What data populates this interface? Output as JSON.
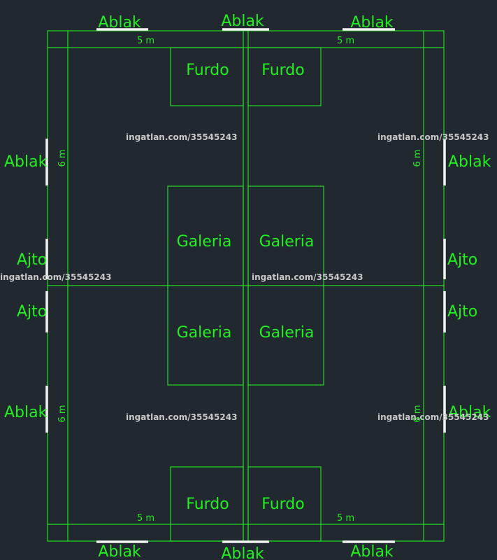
{
  "labels": {
    "window": "Ablak",
    "door": "Ajto",
    "bath": "Furdo",
    "gallery": "Galeria",
    "dim_5m": "5 m",
    "dim_6m": "6 m"
  },
  "watermark": "ingatlan.com/35545243",
  "colors": {
    "background": "#212830",
    "lines": "#22dd22",
    "openings": "#f2f2f2",
    "watermark": "#c8c8c8"
  }
}
